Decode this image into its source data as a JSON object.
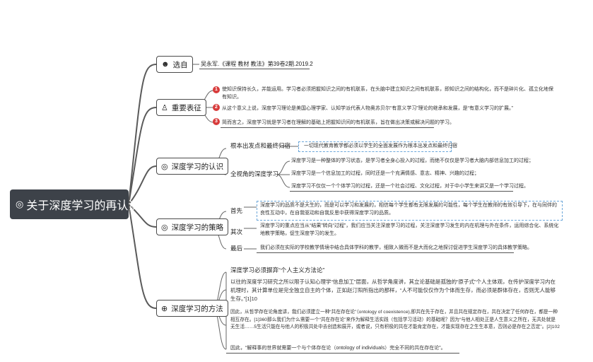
{
  "root": {
    "title": "关于深度学习的再认识",
    "icon": "target-icon"
  },
  "branches": {
    "source": {
      "label": "选自",
      "icon": "person-icon"
    },
    "keypoints": {
      "label": "重要表征",
      "icon": "teacher-icon"
    },
    "understanding": {
      "label": "深度学习的认识",
      "icon": "target-icon"
    },
    "strategy": {
      "label": "深度学习的策略",
      "icon": "target-icon"
    },
    "method": {
      "label": "深度学习的方法",
      "icon": "magnifier-icon"
    }
  },
  "source_text": "吴永军.《课程 教材 教法》第39卷2期.2019.2",
  "keypoints": [
    {
      "num": "1",
      "text": "使知识保持长久，并能运用。学习者必须把握知识之间的有机联系，在头脑中建立知识之间有机联系，即知识之间的结构化，而不是碎片化、孤立化地保有知识。"
    },
    {
      "num": "2",
      "text": "从这个意义上说，深度学习理论是美国心理学家、认知学派代表人物奥苏贝尔“有意义学习”理论的继承和发展，是“有意义学习的扩展。”"
    },
    {
      "num": "3",
      "text": "简而言之，深度学习就是学习者在理解的基础上把握知识间的有机联系，旨在做出决策或解决问题的学习。"
    }
  ],
  "understanding": {
    "sub1": "根本出发点和最终归宿",
    "sub1_text": "一切现代教育教学都必须以学生的全面发展作为根本出发点和最终归宿",
    "sub2": "全视角的深度学习",
    "sub2_items": [
      "深度学习是一种整体的学习状态，是学习者全身心投入的过程，而绝不仅仅是学习者大脑内部信息加工的过程；",
      "深度学习是一个信息加工的过程，同时还是一个充满情感、意志、精神、兴趣的过程；",
      "深度学习不仅仅一个个体学习的过程，还是一个社会过程、文化过程，对于中小学生来讲又是一个学习过程。"
    ]
  },
  "strategy": {
    "items": [
      {
        "label": "首先",
        "text": "深度学习的品质不是天生的，而是可以学习和发展的，相信每个学生都有无限发展的可能性，每个学生在教师的有效引导下，在与同伴的良性互动中，在自我驱动和自我反思中获得深度学习的品质。"
      },
      {
        "label": "其次",
        "text": "深度学习的重点应当从“结果”转向“过程”，我们应当关注深度学习的过程，关注深度学习发生的内在机理与外在条件，运用综合化、系统化地教学策略，促生深度学习的发生。"
      },
      {
        "label": "最后",
        "text": "我们必须在实际的学校教学情境中结合具体学科的教学，细致入微而不是大而化之地探讨促进学生深度学习的具体教学策略。"
      }
    ]
  },
  "method": {
    "heading": "深度学习必须摒弃“个人主义方法论”",
    "para1": "以往的深度学习研究之所以限于认知心理学“信息加工”层面，从哲学角度讲，其立论基础是孤独的“原子式”个人主体观，在传护深度学习内在机理时，其计算单位是完全独立自主的个体，正如赵汀阳所指出的那样，“人不可能仅仅作为个体而生存，而必须是群体存在，否则无人能够生存。”[1]10",
    "para2": "因此，从哲学存在论角度讲，我们必须建立一种“共在存在论”（ontology of coexistence),即共在先于存在，并且共在规定存在，共在决定了任何存在，都是一种相互存在。[1]360那么我们为什么需要一个“共在存在论”来作为解释生活实践（包括学习活动）的基础呢？因为“与他人相处正是人生意义之所在，无共处就是无生活……5生活只能在与他人的积极共处中去创造和展开，或者说，只有积极的共在才能肯定存在，才能实现存在之生生本意，否则必是存在之否定”。[2]102",
    "para3": "因此，“解释事的世界就需要一个与个体存在论（ontology of individuals）完全不同的共在存在论”。"
  },
  "colors": {
    "root_bg": "#3d4249",
    "badge": "#d83b3b",
    "dashed": "#6ba6d9",
    "link": "#5a5a5a"
  }
}
